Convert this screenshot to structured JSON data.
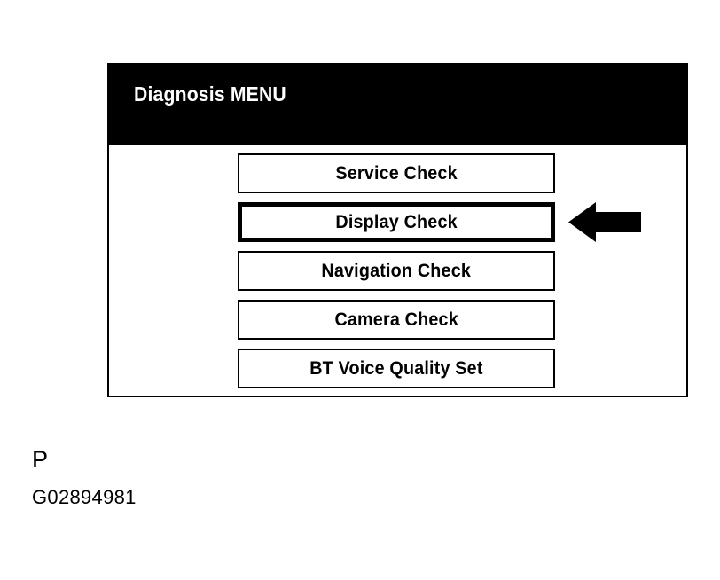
{
  "screen": {
    "title": "Diagnosis MENU",
    "background_color": "#ffffff",
    "title_bar_color": "#000000",
    "title_text_color": "#ffffff",
    "border_color": "#000000",
    "menu_items": [
      {
        "label": "Service Check",
        "selected": false
      },
      {
        "label": "Display Check",
        "selected": true
      },
      {
        "label": "Navigation Check",
        "selected": false
      },
      {
        "label": "Camera Check",
        "selected": false
      },
      {
        "label": "BT Voice Quality Set",
        "selected": false
      }
    ]
  },
  "annotation": {
    "arrow_icon": "arrow-left-icon",
    "arrow_color": "#000000",
    "arrow_points_to": "Display Check"
  },
  "caption": {
    "letter": "P",
    "figure_id": "G02894981"
  }
}
